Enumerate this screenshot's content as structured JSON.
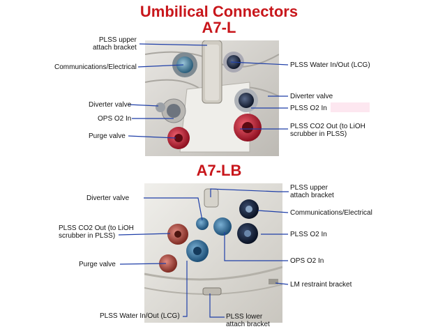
{
  "title": "Umbilical Connectors",
  "subtitle_top": "A7-L",
  "subtitle_bottom": "A7-LB",
  "top": {
    "plss_upper_bracket": [
      "PLSS upper",
      "attach bracket"
    ],
    "comm_electrical": "Communications/Electrical",
    "water": "PLSS Water In/Out (LCG)",
    "diverter_left": "Diverter valve",
    "diverter_right": "Diverter valve",
    "plss_o2_in": "PLSS O2 In",
    "ops_o2_in": "OPS O2 In",
    "co2_out": [
      "PLSS CO2 Out (to LiOH",
      "scrubber in PLSS)"
    ],
    "purge": "Purge valve"
  },
  "bottom": {
    "diverter": "Diverter valve",
    "plss_upper_bracket": [
      "PLSS upper",
      "attach bracket"
    ],
    "comm_electrical": "Communications/Electrical",
    "co2_out": [
      "PLSS CO2 Out (to LiOH",
      "scrubber in PLSS)"
    ],
    "plss_o2_in": "PLSS O2 In",
    "purge": "Purge valve",
    "ops_o2_in": "OPS O2 In",
    "lm_restraint": "LM restraint bracket",
    "water": "PLSS Water In/Out (LCG)",
    "plss_lower_bracket": [
      "PLSS lower",
      "attach bracket"
    ]
  },
  "colors": {
    "title": "#c8161b",
    "leader": "#1f3fa8",
    "suit": "#d9d8d3"
  }
}
